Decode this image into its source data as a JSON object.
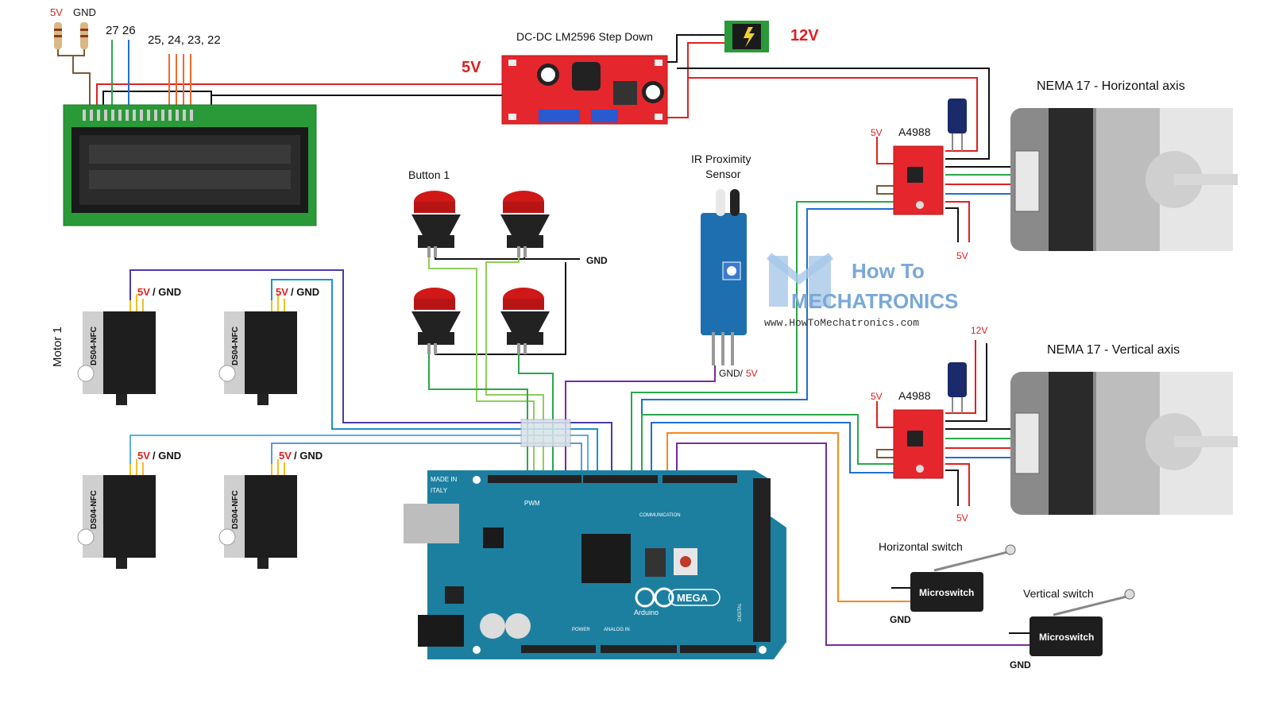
{
  "labels": {
    "lcd_5v": "5V",
    "lcd_gnd": "GND",
    "lcd_pins_a": "27 26",
    "lcd_pins_b": "25, 24, 23, 22",
    "regulator_title": "DC-DC LM2596 Step Down",
    "v5": "5V",
    "v12": "12V",
    "nema_h": "NEMA 17 - Horizontal axis",
    "nema_v": "NEMA 17 - Vertical axis",
    "a4988": "A4988",
    "driver_5v": "5V",
    "driver_12v": "12V",
    "ir_title_1": "IR Proximity",
    "ir_title_2": "Sensor",
    "ir_power_gnd": "GND/",
    "ir_power_5v": "5V",
    "button1": "Button 1",
    "gnd": "GND",
    "motor1": "Motor 1",
    "servo_model": "DS04-NFC",
    "servo_5v": "5V",
    "servo_gnd": "/ GND",
    "brand_1": "How To",
    "brand_2": "MECHATRONICS",
    "brand_url": "www.HowToMechatronics.com",
    "hswitch": "Horizontal switch",
    "vswitch": "Vertical switch",
    "microswitch": "Microswitch",
    "arduino_made_in": "MADE IN",
    "arduino_italy": "ITALY",
    "arduino_pwm": "PWM",
    "arduino_comm": "COMMUNICATION",
    "arduino_power": "POWER",
    "arduino_analog": "ANALOG IN",
    "arduino_mega": "MEGA",
    "arduino_brand": "Arduino",
    "arduino_digital": "DIGITAL"
  },
  "colors": {
    "red": "#e02020",
    "blue": "#1f6fd1",
    "green": "#2aa84a",
    "orange": "#f28a1e",
    "purple": "#7a2aa0",
    "black": "#111111",
    "board_teal": "#1d7fa0",
    "driver_red": "#e5262d"
  }
}
